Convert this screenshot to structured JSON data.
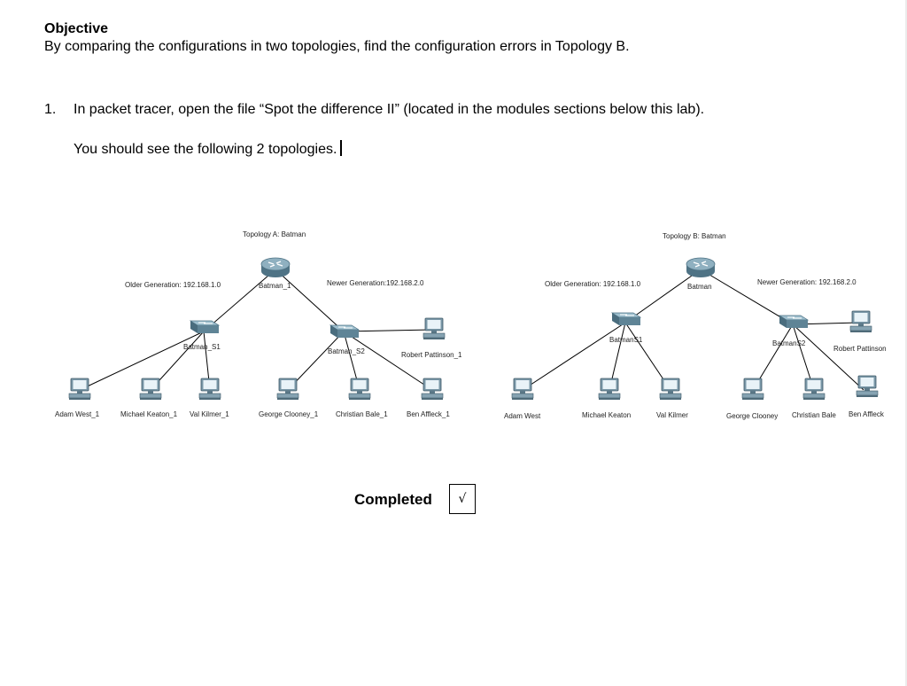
{
  "objective": {
    "heading": "Objective",
    "text": "By comparing the configurations in two topologies, find the configuration errors in Topology B."
  },
  "step": {
    "number": "1.",
    "text": "In packet tracer, open the file “Spot the difference II” (located in the modules sections below this lab).",
    "subtext": "You should see the following 2 topologies."
  },
  "topologies": [
    {
      "title": "Topology A: Batman",
      "router": "Batman_1",
      "older_label": "Older Generation: 192.168.1.0",
      "newer_label": "Newer Generation:192.168.2.0",
      "switch1": "Batman_S1",
      "switch2": "Batman_S2",
      "pcs_s1": [
        "Adam West_1",
        "Michael Keaton_1",
        "Val Kilmer_1"
      ],
      "pcs_s2": [
        "George Clooney_1",
        "Christian Bale_1",
        "Ben Affleck_1"
      ],
      "pc_side": "Robert Pattinson_1"
    },
    {
      "title": "Topology B: Batman",
      "router": "Batman",
      "older_label": "Older Generation: 192.168.1.0",
      "newer_label": "Newer Generation: 192.168.2.0",
      "switch1": "BatmanS1",
      "switch2": "BatmanS2",
      "pcs_s1": [
        "Adam West",
        "Michael Keaton",
        "Val Kilmer"
      ],
      "pcs_s2": [
        "George Clooney",
        "Christian Bale",
        "Ben Affleck"
      ],
      "pc_side": "Robert Pattinson"
    }
  ],
  "completion": {
    "label": "Completed",
    "check": "√"
  },
  "icon_names": [
    "router-icon",
    "switch-icon",
    "pc-icon"
  ]
}
